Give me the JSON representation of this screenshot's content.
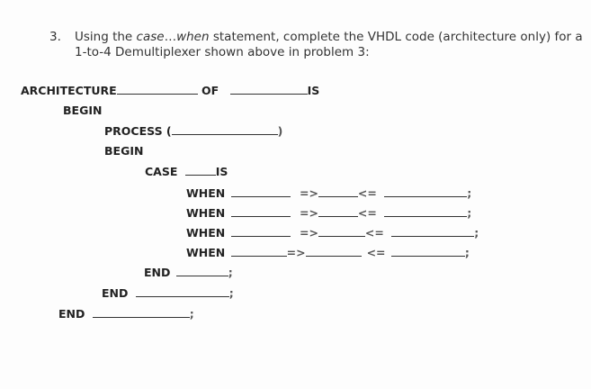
{
  "question": {
    "number": "3.",
    "line1_part1": "Using the ",
    "line1_italic1": "case",
    "line1_ellipsis": "…",
    "line1_italic2": "when",
    "line1_part2": " statement, complete the VHDL code (architecture only) for a",
    "line2": "1-to-4 Demultiplexer shown above in problem 3:"
  },
  "code": {
    "architecture": "ARCHITECTURE",
    "of": "OF",
    "is": "IS",
    "begin": "BEGIN",
    "process": "PROCESS (",
    "close_paren": ")",
    "case": "CASE",
    "when": "WHEN",
    "arrow": "=>",
    "assign": "<=",
    "semicolon": ";",
    "end": "END"
  }
}
